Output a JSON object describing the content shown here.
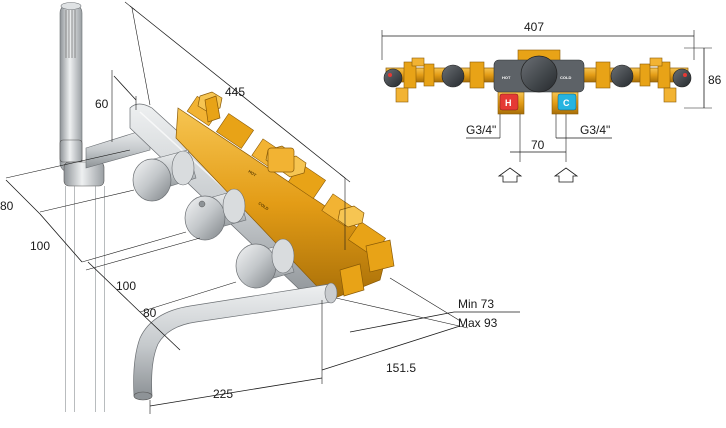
{
  "dimensions": {
    "d445": "445",
    "d60": "60",
    "d80_left": "80",
    "d100_left": "100",
    "d100_spout": "100",
    "d80_spout": "80",
    "d225": "225",
    "d151": "151.5",
    "min": "Min 73",
    "max": "Max 93",
    "d407": "407",
    "d86": "86",
    "d70": "70",
    "thread_left": "G3/4\"",
    "thread_right": "G3/4\""
  },
  "markings": {
    "hot_letter": "H",
    "cold_letter": "C",
    "hot_word": "HOT",
    "cold_word": "COLD"
  },
  "colors": {
    "brass": "#e8a317",
    "brass_dark": "#b77a0c",
    "steel": "#c9cccf",
    "dark_knob": "#3b3f44",
    "hot": "#e53935",
    "cold": "#26b4e0"
  }
}
